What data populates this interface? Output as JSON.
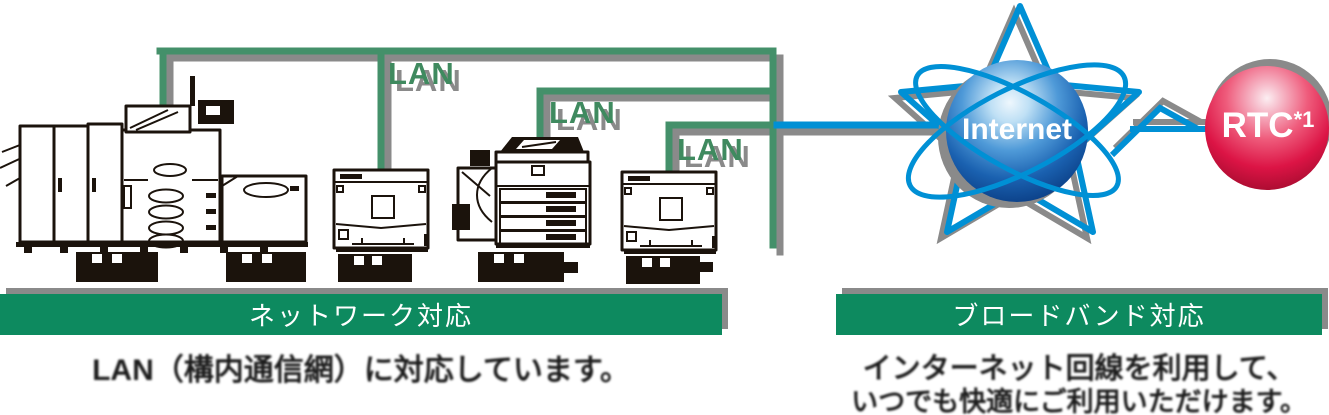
{
  "diagram_title": "network-and-broadband-connectivity-diagram",
  "labels": {
    "lan1": "LAN",
    "lan2": "LAN",
    "lan3": "LAN",
    "internet": "Internet",
    "rtc": "RTC",
    "rtc_footnote_mark": "*1"
  },
  "sections": {
    "network": {
      "banner": "ネットワーク対応",
      "caption": "LAN（構内通信網）に対応しています。"
    },
    "broadband": {
      "banner": "ブロードバンド対応",
      "caption_line1": "インターネット回線を利用して、",
      "caption_line2": "いつでも快適にご利用いただけます。"
    }
  },
  "icons": [
    "production-printer-icon",
    "desktop-printer-icon",
    "mfp-copier-icon",
    "desktop-printer-icon",
    "internet-globe-icon",
    "rtc-sphere-icon"
  ],
  "colors": {
    "line-green": "#44906a",
    "lan-green": "#3f8a5f",
    "banner-green": "#0d8a5f",
    "shadow-gray": "#8a8a8a",
    "blue-line": "#0090d5",
    "ink": "#1b130c",
    "globe-blue-dark": "#093a80",
    "rtc-red-dark": "#a30b2e"
  }
}
